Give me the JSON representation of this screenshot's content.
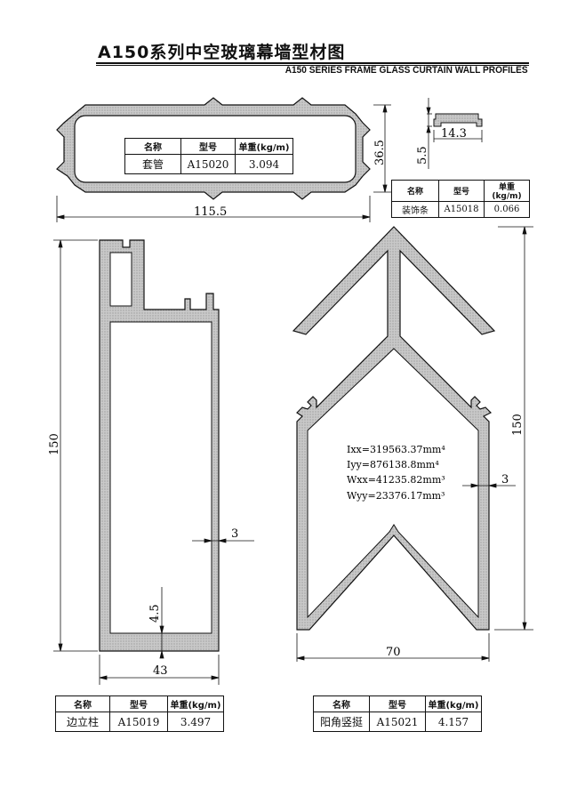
{
  "header": {
    "title": "A150系列中空玻璃幕墙型材图",
    "subtitle": "A150 SERIES FRAME GLASS CURTAIN WALL PROFILES"
  },
  "table_headers": {
    "name": "名称",
    "model": "型号",
    "weight": "单重(kg/m)"
  },
  "profiles": {
    "sleeve": {
      "name": "套管",
      "model": "A15020",
      "weight": "3.094"
    },
    "trim": {
      "name": "装饰条",
      "model": "A15018",
      "weight": "0.066"
    },
    "edge": {
      "name": "边立柱",
      "model": "A15019",
      "weight": "3.497"
    },
    "corner": {
      "name": "阳角竖挺",
      "model": "A15021",
      "weight": "4.157"
    }
  },
  "dimensions": {
    "sleeve_width": "115.5",
    "sleeve_height": "36.5",
    "trim_width": "14.3",
    "trim_height": "5.5",
    "edge_height": "150",
    "edge_width": "43",
    "edge_wall": "3",
    "edge_bottom": "4.5",
    "corner_height": "150",
    "corner_width": "70",
    "corner_wall": "3"
  },
  "properties": {
    "ixx": "Ixx=319563.37mm⁴",
    "iyy": "Iyy=876138.8mm⁴",
    "wxx": "Wxx=41235.82mm³",
    "wyy": "Wyy=23376.17mm³"
  }
}
